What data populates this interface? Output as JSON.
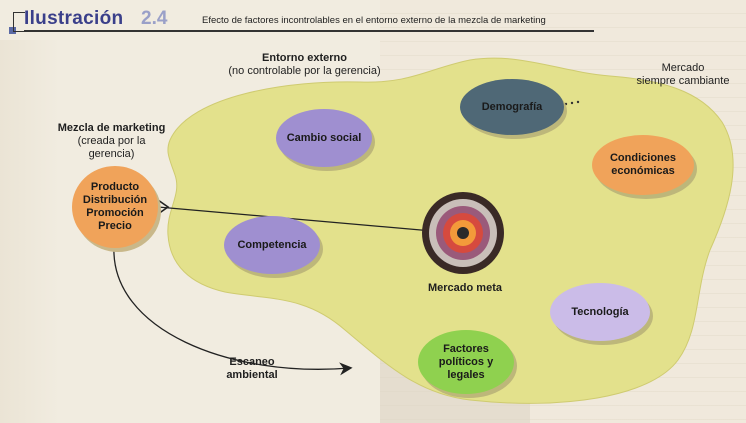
{
  "header": {
    "title": "Ilustración",
    "number": "2.4",
    "caption": "Efecto de factores incontrolables en el entorno externo de la mezcla de marketing"
  },
  "diagram": {
    "external_environment": {
      "title": "Entorno externo",
      "subtitle": "(no controlable por la gerencia)"
    },
    "changing_market": {
      "line1": "Mercado",
      "line2": "siempre cambiante"
    },
    "marketing_mix": {
      "title": "Mezcla de marketing",
      "subtitle1": "(creada por la",
      "subtitle2": "gerencia)",
      "items": [
        "Producto",
        "Distribución",
        "Promoción",
        "Precio"
      ]
    },
    "target_market": {
      "label": "Mercado meta"
    },
    "environmental_scan": {
      "line1": "Escaneo",
      "line2": "ambiental"
    },
    "factors": {
      "social": "Cambio social",
      "demographics": "Demografía",
      "economic_line1": "Condiciones",
      "economic_line2": "económicas",
      "competition": "Competencia",
      "technology": "Tecnología",
      "political_line1": "Factores",
      "political_line2": "políticos y",
      "political_line3": "legales"
    }
  },
  "colors": {
    "blob": "#e3e18c",
    "purple_oval": "#9f8fd0",
    "slate_oval": "#4f6876",
    "orange_oval": "#f0a35a",
    "green_oval": "#8fd14f",
    "lavender_oval": "#cbbce8",
    "header_blue": "#3a3f8a"
  }
}
